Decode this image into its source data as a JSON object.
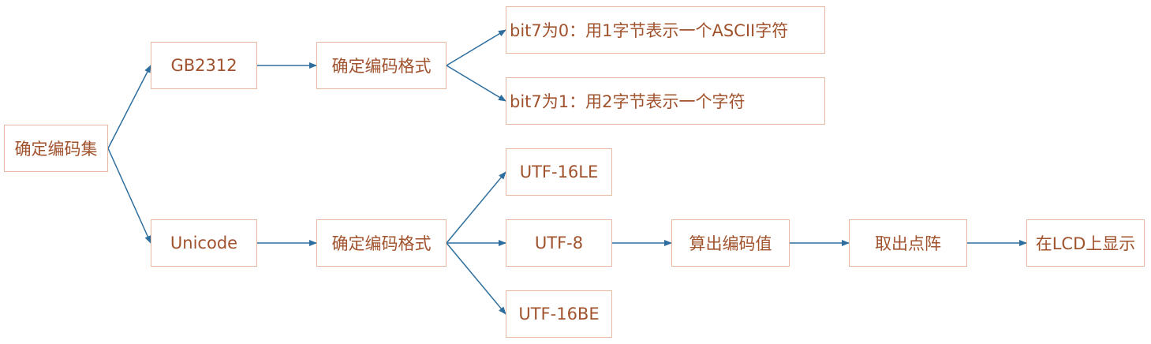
{
  "nodes": {
    "charset": "确定编码集",
    "gb2312": "GB2312",
    "gb_format": "确定编码格式",
    "bit7_0": "bit7为0：用1字节表示一个ASCII字符",
    "bit7_1": "bit7为1：用2字节表示一个字符",
    "unicode": "Unicode",
    "uni_format": "确定编码格式",
    "utf16le": "UTF-16LE",
    "utf8": "UTF-8",
    "utf16be": "UTF-16BE",
    "calc_code": "算出编码值",
    "get_dots": "取出点阵",
    "show_lcd": "在LCD上显示"
  },
  "colors": {
    "box_border": "#e6b8a2",
    "text": "#a0522d",
    "arrow": "#2e6e9e"
  }
}
